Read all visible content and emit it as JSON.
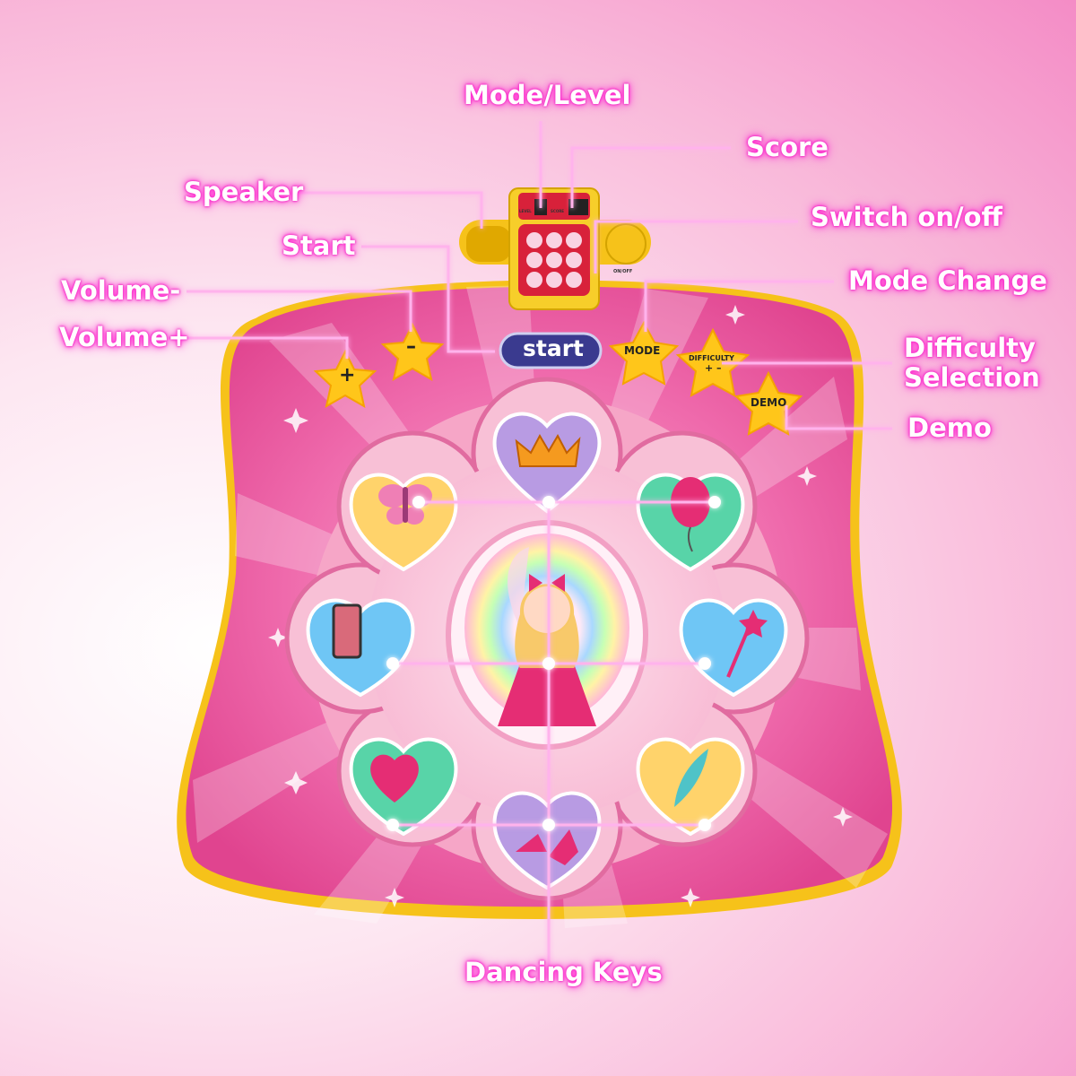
{
  "labels": {
    "mode_level": "Mode/Level",
    "score": "Score",
    "speaker": "Speaker",
    "switch": "Switch on/off",
    "start": "Start",
    "mode_change": "Mode Change",
    "volume_minus": "Volume-",
    "volume_plus": "Volume+",
    "difficulty_line1": "Difficulty",
    "difficulty_line2": "Selection",
    "demo": "Demo",
    "dancing_keys": "Dancing Keys"
  },
  "mat": {
    "start_button": "start",
    "mode_button": "MODE",
    "difficulty_button": "DIFFICULTY",
    "difficulty_symbols": "+ –",
    "demo_button": "DEMO",
    "volume_plus_symbol": "+",
    "volume_minus_symbol": "–"
  },
  "control_box": {
    "level_text": "LEVEL",
    "score_text": "SCORE",
    "on_off_text": "ON/OFF"
  },
  "dancing_keys": [
    {
      "icon": "crown-icon"
    },
    {
      "icon": "balloon-icon"
    },
    {
      "icon": "wand-icon"
    },
    {
      "icon": "feather-icon"
    },
    {
      "icon": "high-heel-icon"
    },
    {
      "icon": "heart-gem-icon"
    },
    {
      "icon": "lipstick-icon"
    },
    {
      "icon": "butterfly-icon"
    }
  ],
  "colors": {
    "mat_pink": "#ee5aa6",
    "mat_border": "#f2b705",
    "glow": "#ff2fd0",
    "start_blue": "#3a3a8f",
    "star_yellow": "#ffc61a"
  }
}
